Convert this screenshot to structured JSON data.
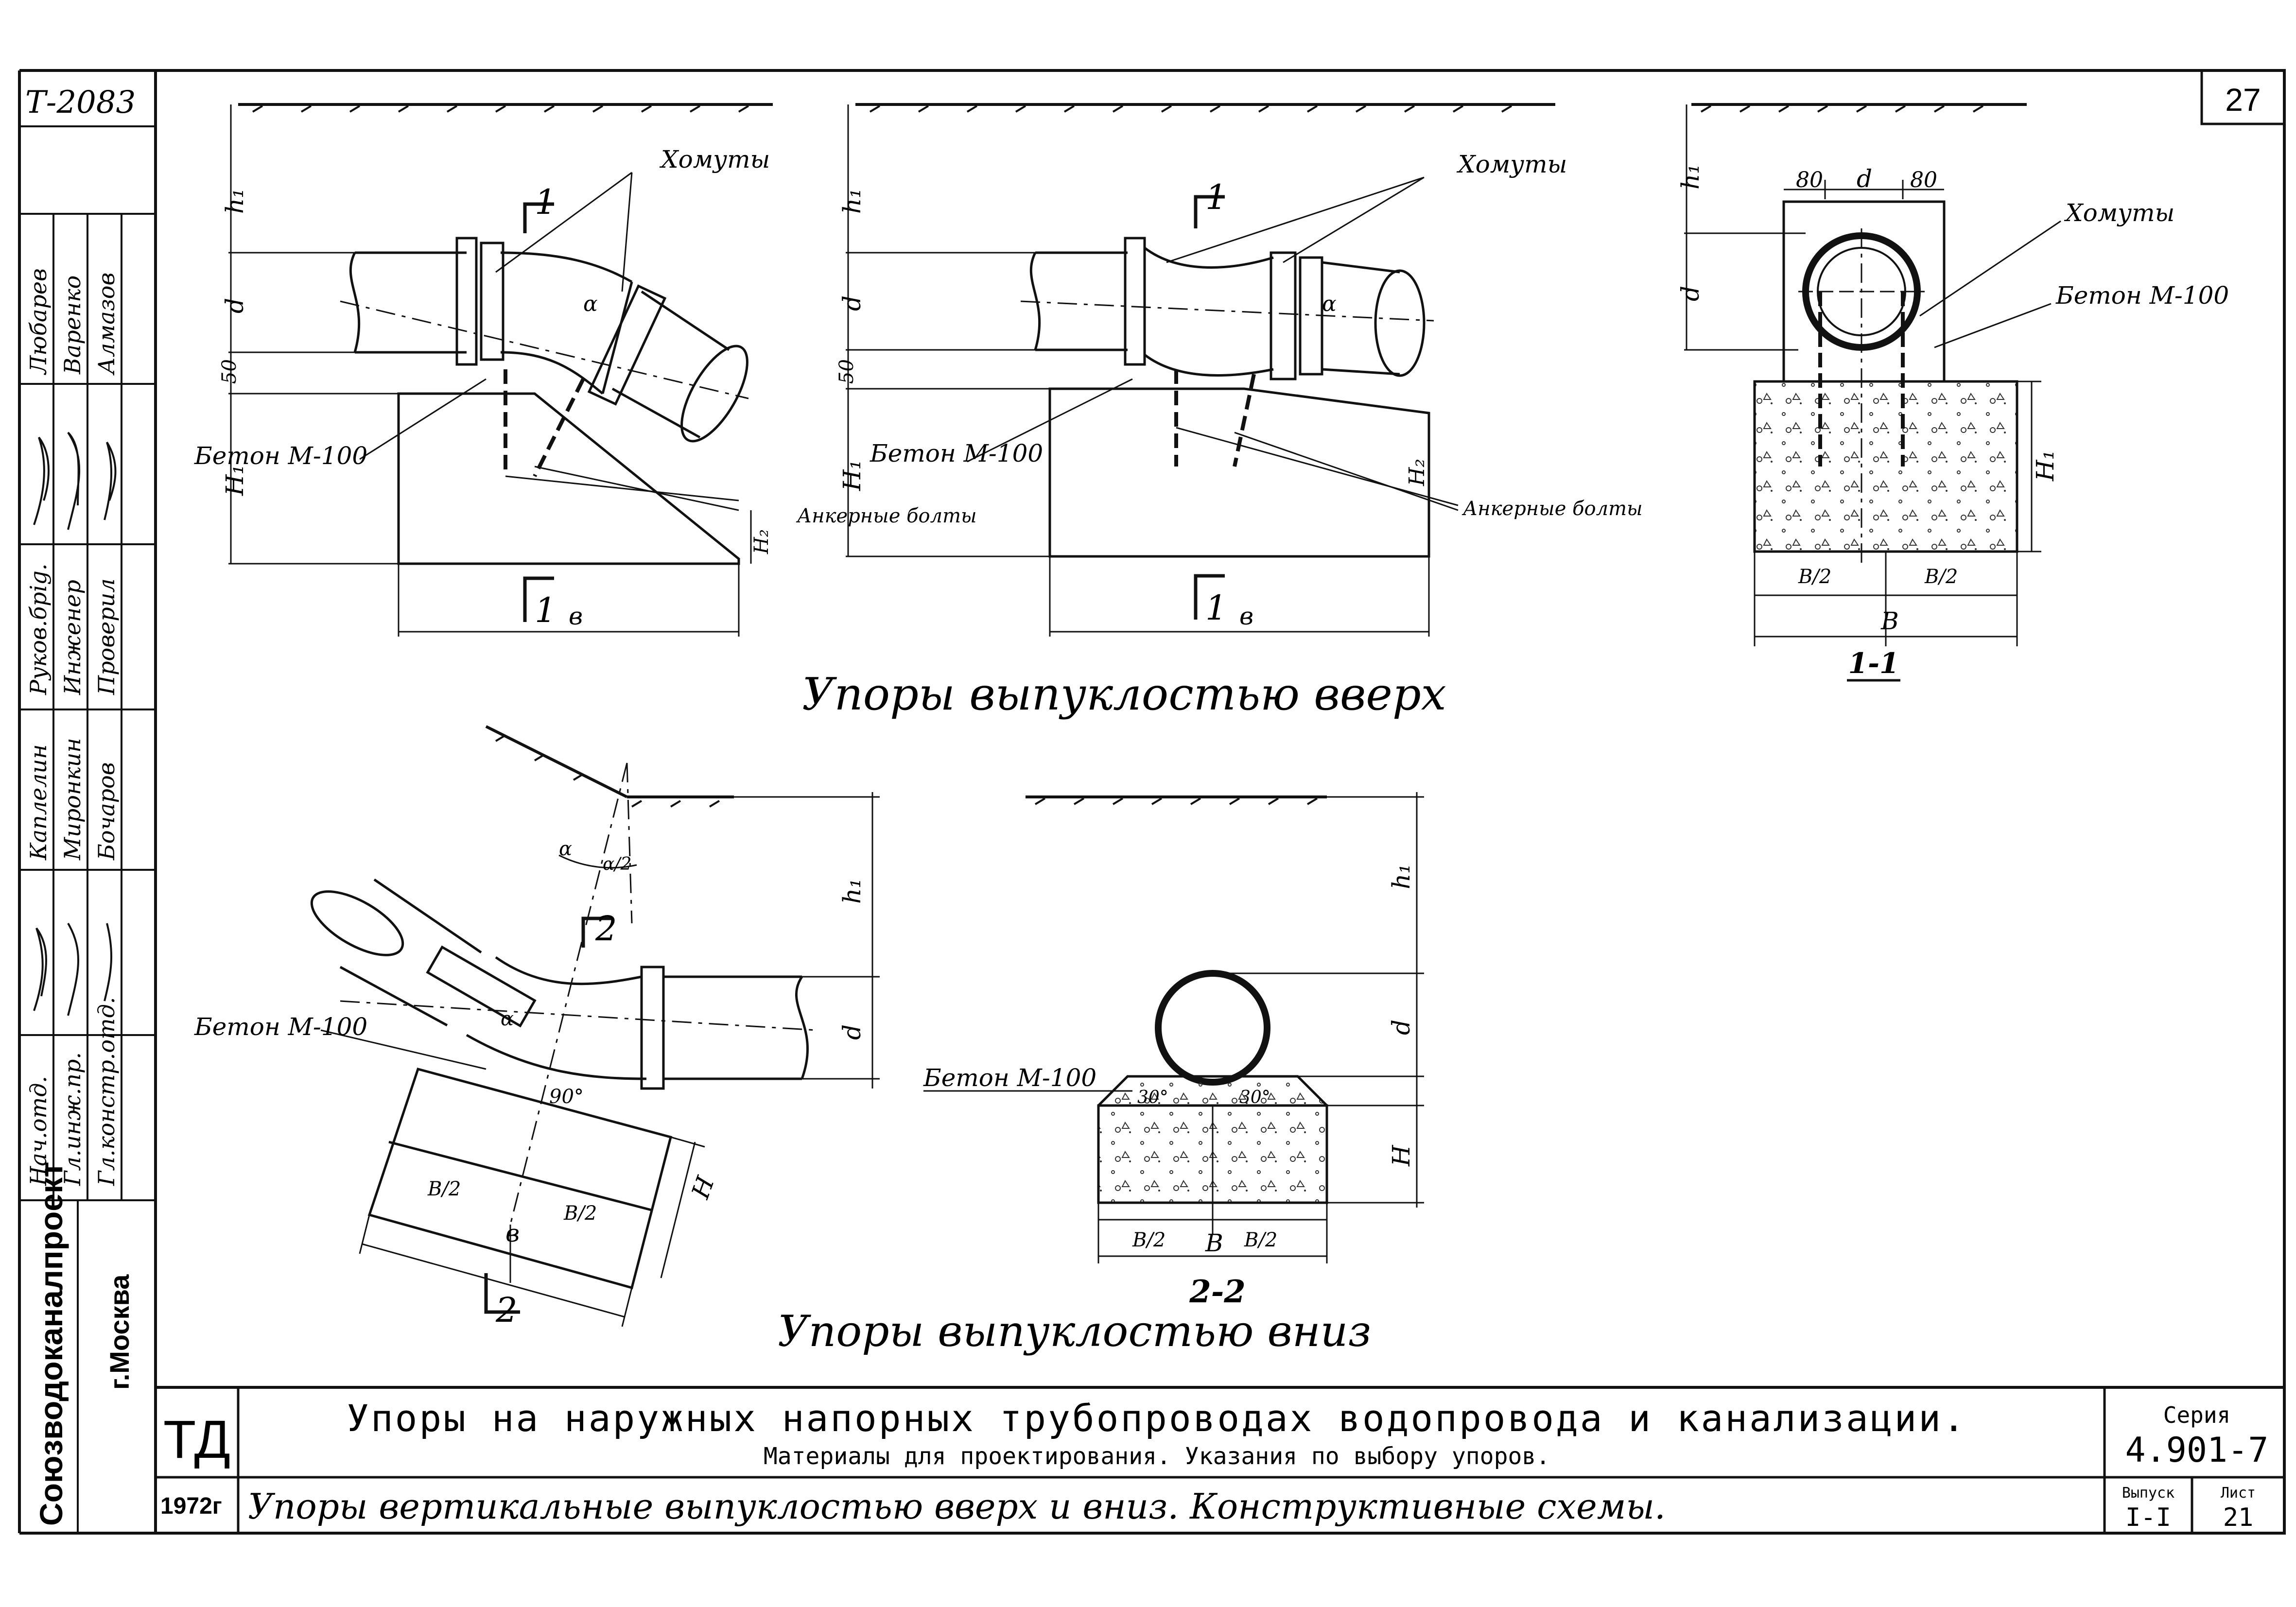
{
  "sheet": {
    "doc_number": "Т-2083",
    "page_number": "27",
    "organization": "Союзводоканалпроект",
    "city": "г.Москва",
    "td_label": "ТД",
    "year": "1972г"
  },
  "approval_block": {
    "roles": [
      "Нач.отд.",
      "Гл.инж.пр.",
      "Гл.констр.отд.",
      "Руков.брig.",
      "Инженер",
      "Проверил"
    ],
    "names": [
      "Каплелин",
      "Миронкин",
      "Бочаров",
      "Любарев",
      "Варенко",
      "Алмазов"
    ]
  },
  "title_block": {
    "title_line_1": "Упоры на наружных напорных трубопроводах водопровода и канализации.",
    "title_line_2": "Материалы для проектирования. Указания по выбору упоров.",
    "sheet_title": "Упоры вертикальные выпуклостью вверх и вниз. Конструктивные схемы.",
    "series_label": "Серия",
    "series_value": "4.901-7",
    "issue_label": "Выпуск",
    "issue_value": "I-I",
    "list_label": "Лист",
    "list_value": "21"
  },
  "captions": {
    "upper_group": "Упоры выпуклостью вверх",
    "lower_group": "Упоры выпуклостью вниз",
    "section_1_1": "1-1",
    "section_2_2": "2-2"
  },
  "labels": {
    "clamps": "Хомуты",
    "concrete": "Бетон М-100",
    "anchor_bolts": "Анкерные болты",
    "section_mark_1": "1",
    "section_mark_2": "2"
  },
  "dims": {
    "h1": "h₁",
    "d": "d",
    "fifty": "50",
    "H1": "H₁",
    "H2": "H₂",
    "H": "H",
    "B_lower": "в",
    "B_upper": "В",
    "half_B": "В/2",
    "eighty": "80",
    "thirty_deg": "30°",
    "alpha": "α",
    "alpha_half": "α/2",
    "ninety_deg": "90°"
  }
}
